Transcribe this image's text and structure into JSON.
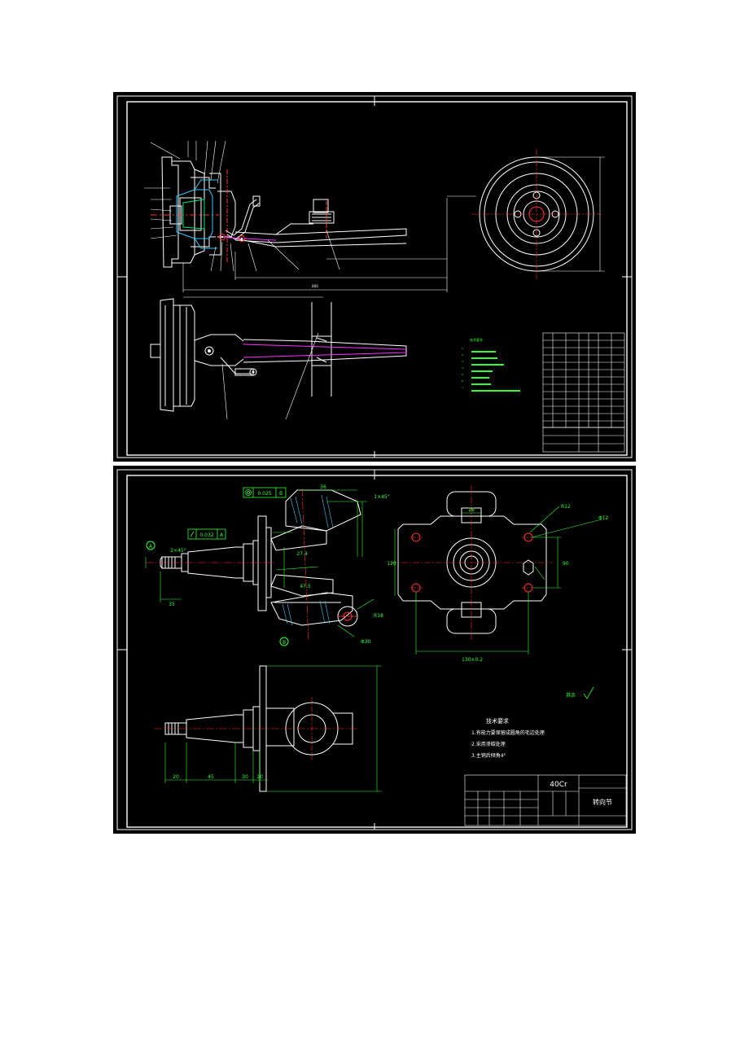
{
  "sheet1": {
    "dim_total": "800",
    "spec_notes_title": "技术要求",
    "spec_notes": [
      "1.",
      "2.",
      "3.",
      "4.",
      "5.",
      "6.",
      "7."
    ]
  },
  "sheet2": {
    "tol_runout": "0.025",
    "tol_runout_datum": "B",
    "tol_flat": "0.032",
    "tol_flat_datum": "A",
    "datum_a": "A",
    "datum_b": "B",
    "chamfer": "1×45°",
    "chamfer_left": "2×45°",
    "dim_36": "36",
    "dim_35": "35",
    "dim_r12": "R12",
    "dim_d12": "Φ12",
    "dim_d30": "Φ30",
    "dim_130": "130±0.2",
    "dim_26": "26",
    "dim_120": "120",
    "dim_90": "90",
    "dim_20": "20",
    "dim_45": "45",
    "dim_30": "30",
    "dim_10": "10",
    "dim_r18": "R18",
    "dim_27": "27.4",
    "dim_47": "47.5",
    "roughness": "其余",
    "notes_title": "技术要求",
    "notes": [
      "1.有能力要保留成圆角的毛边处理",
      "2.采用渗碳处理",
      "3.主销后倾角4°"
    ],
    "material": "40Cr",
    "part_name": "转向节"
  }
}
